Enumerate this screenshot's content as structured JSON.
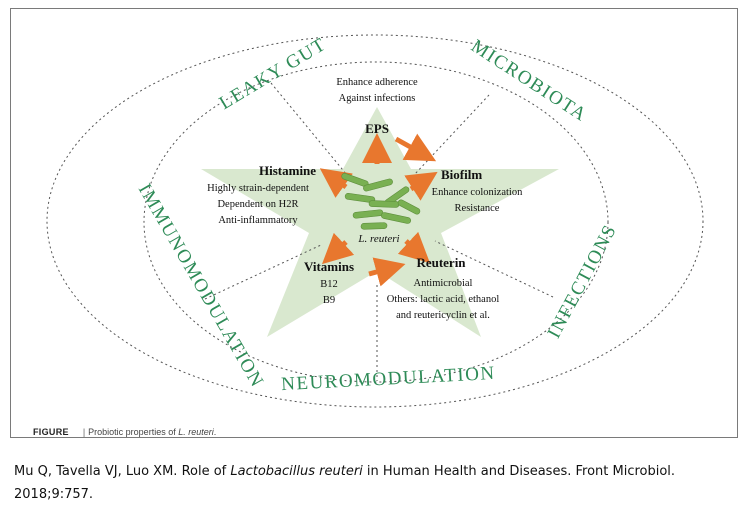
{
  "ring_labels": {
    "leaky_gut": "LEAKY GUT",
    "microbiota": "MICROBIOTA",
    "infections": "INFECTIONS",
    "neuromodulation": "NEUROMODULATION",
    "immunomodulation": "IMMUNOMODULATION"
  },
  "center_label": "L. reuteri",
  "nodes": {
    "eps": {
      "title": "EPS",
      "lines": [
        "Enhance adherence",
        "Against infections"
      ]
    },
    "biofilm": {
      "title": "Biofilm",
      "lines": [
        "Enhance colonization",
        "Resistance"
      ]
    },
    "histamine": {
      "title": "Histamine",
      "lines": [
        "Highly strain-dependent",
        "Dependent on H2R",
        "Anti-inflammatory"
      ]
    },
    "vitamins": {
      "title": "Vitamins",
      "lines": [
        "B12",
        "B9"
      ]
    },
    "reuterin": {
      "title": "Reuterin",
      "lines": [
        "Antimicrobial",
        "Others: lactic acid, ethanol",
        "and reutericyclin et al."
      ]
    }
  },
  "figure_caption": {
    "label": "FIGURE",
    "separator": "|",
    "text_before": "Probiotic properties of ",
    "text_italic": "L. reuteri",
    "text_after": "."
  },
  "citation": {
    "before": "Mu Q, Tavella VJ, Luo XM. Role of ",
    "italic": "Lactobacillus reuteri",
    "after": " in Human Health and Diseases. Front Microbiol. 2018;9:757."
  },
  "colors": {
    "star_fill": "#d9e8cf",
    "arrow": "#e8772e",
    "bacteria": "#79b052",
    "ring_text": "#2e8b57"
  }
}
